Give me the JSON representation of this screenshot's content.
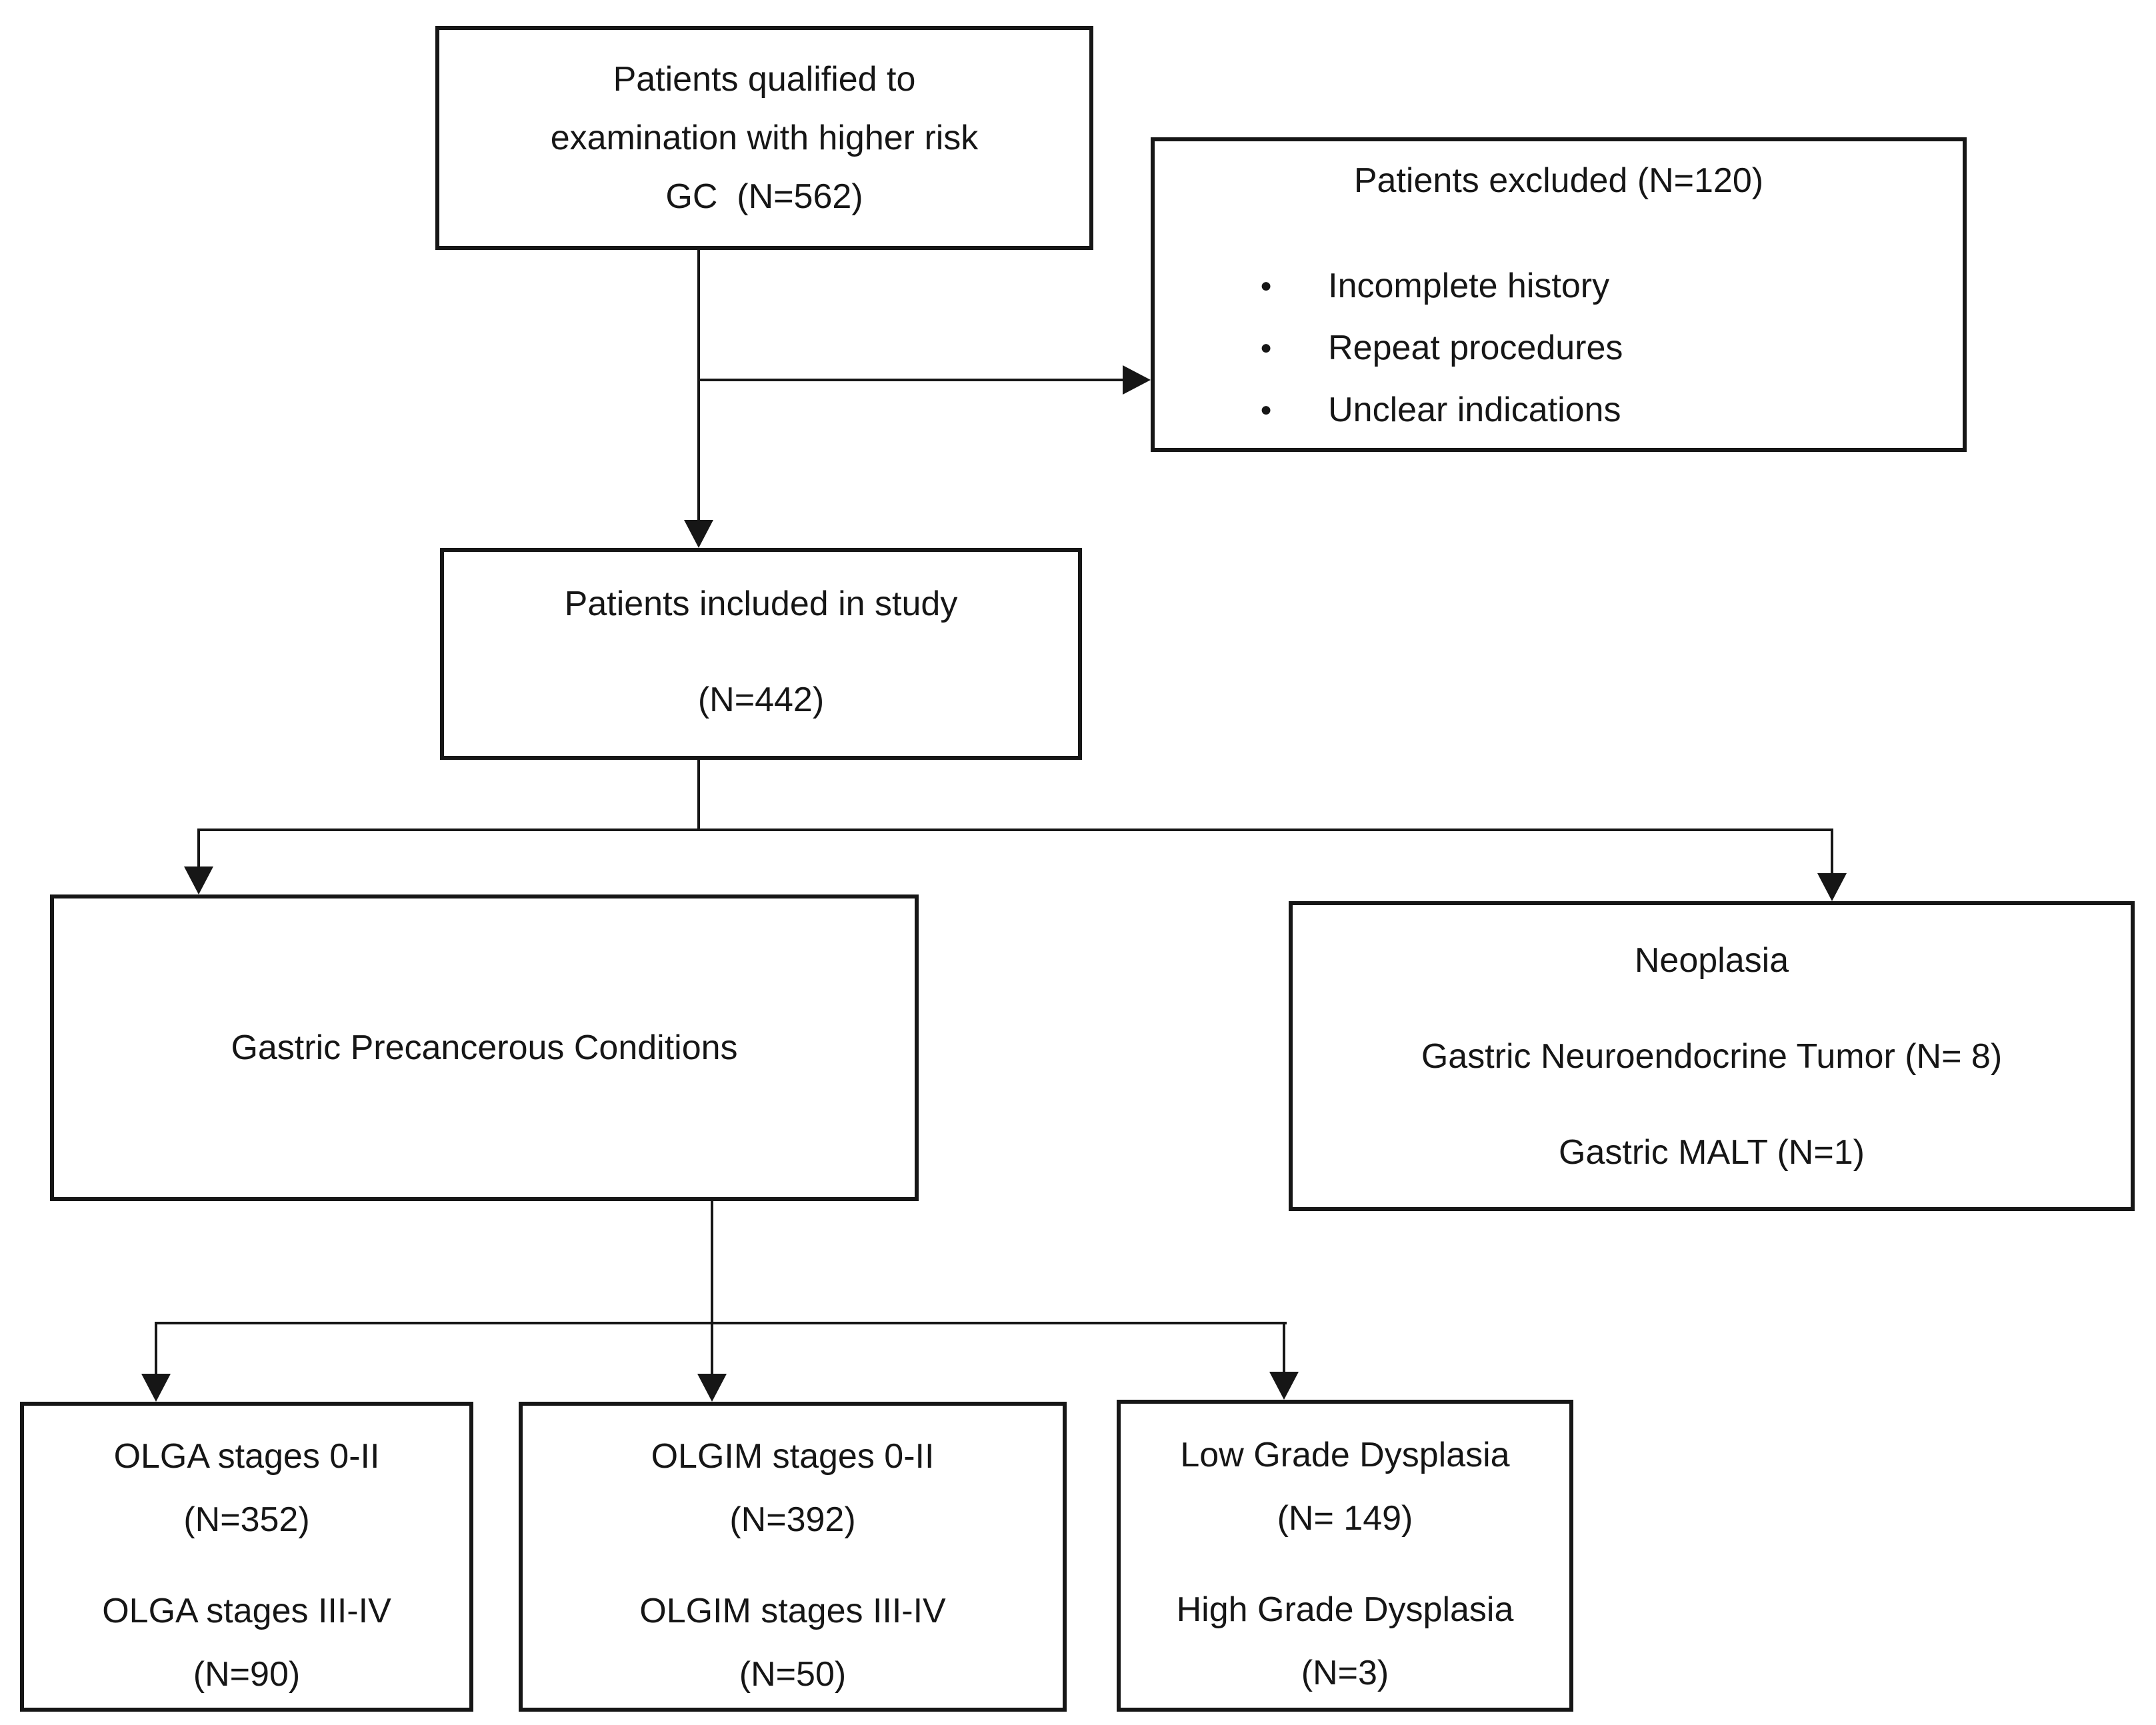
{
  "diagram": {
    "qualified_box": {
      "lines": [
        "Patients qualified to",
        "examination with higher risk",
        "GC  (N=562)"
      ]
    },
    "excluded_box": {
      "title": "Patients excluded (N=120)",
      "bullet_glyph": "●",
      "bullets": [
        "Incomplete history",
        "Repeat procedures",
        "Unclear indications"
      ]
    },
    "included_box": {
      "lines": [
        "Patients included in study",
        "(N=442)"
      ]
    },
    "precancerous_box": {
      "lines": [
        "Gastric Precancerous Conditions"
      ]
    },
    "neoplasia_box": {
      "lines": [
        "Neoplasia",
        "Gastric Neuroendocrine Tumor (N= 8)",
        "Gastric MALT (N=1)"
      ]
    },
    "olga_box": {
      "lines": [
        "OLGA stages 0-II",
        "(N=352)",
        "OLGA stages III-IV",
        "(N=90)"
      ]
    },
    "olgim_box": {
      "lines": [
        "OLGIM stages 0-II",
        "(N=392)",
        "OLGIM stages III-IV",
        "(N=50)"
      ]
    },
    "dysplasia_box": {
      "lines": [
        "Low Grade Dysplasia",
        "(N= 149)",
        "High Grade Dysplasia",
        "(N=3)"
      ]
    },
    "colors": {
      "ink": "#161616",
      "background": "#ffffff"
    }
  }
}
